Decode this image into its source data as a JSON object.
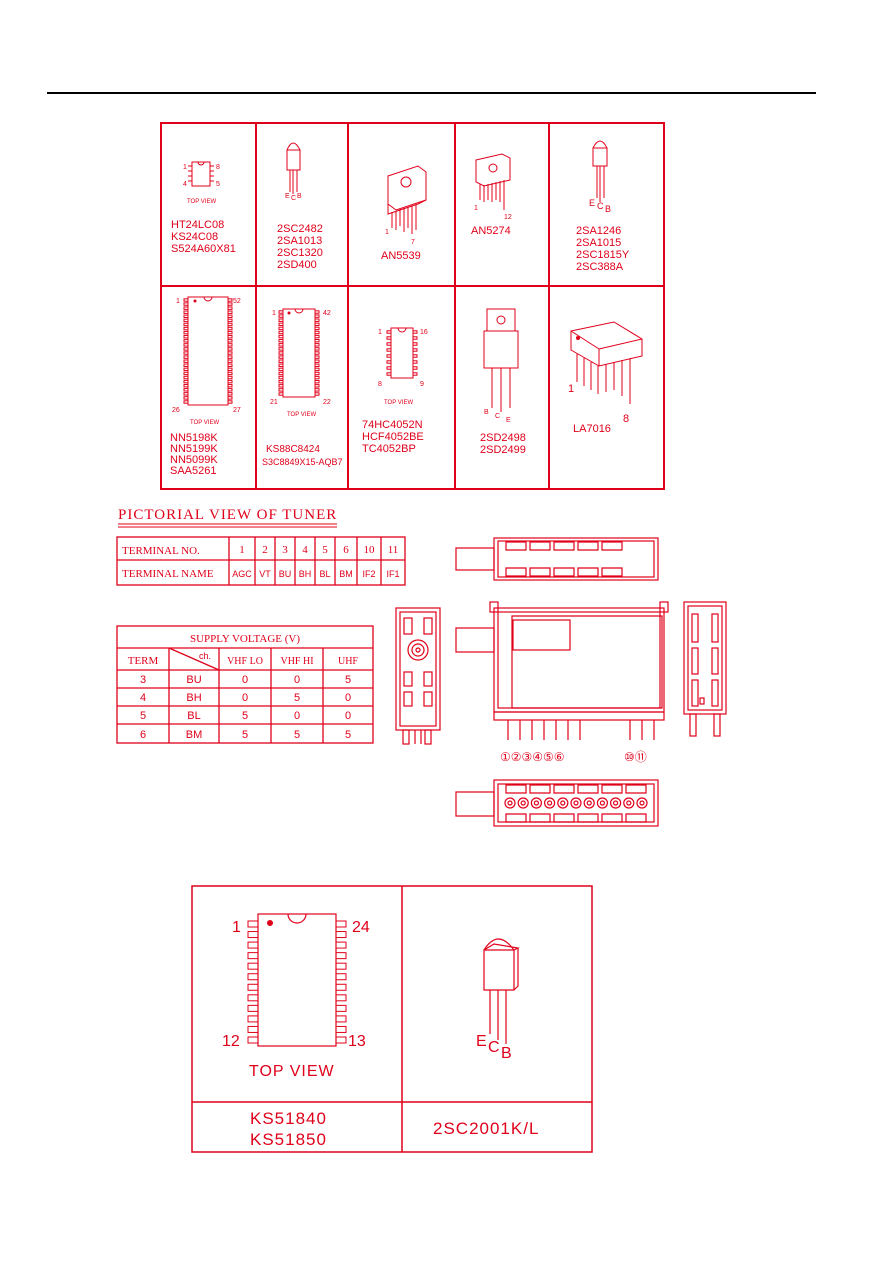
{
  "components_grid": [
    {
      "id": "c1",
      "pins": {
        "a": "1",
        "b": "8",
        "c": "4",
        "d": "5"
      },
      "view": "TOP VIEW",
      "parts": [
        "HT24LC08",
        "KS24C08",
        "S524A60X81"
      ]
    },
    {
      "id": "c2",
      "pins": {
        "e": "E",
        "c": "C",
        "b": "B"
      },
      "parts": [
        "2SC2482",
        "2SA1013",
        "2SC1320",
        "2SD400"
      ]
    },
    {
      "id": "c3",
      "pins": {
        "a": "1",
        "b": "7"
      },
      "parts": [
        "AN5539"
      ]
    },
    {
      "id": "c4",
      "pins": {
        "a": "1",
        "b": "12"
      },
      "parts": [
        "AN5274"
      ]
    },
    {
      "id": "c5",
      "pins": {
        "e": "E",
        "c": "C",
        "b": "B"
      },
      "parts": [
        "2SA1246",
        "2SA1015",
        "2SC1815Y",
        "2SC388A"
      ]
    },
    {
      "id": "c6",
      "pins": {
        "a": "1",
        "b": "52",
        "c": "26",
        "d": "27"
      },
      "view": "TOP VIEW",
      "parts": [
        "NN5198K",
        "NN5199K",
        "NN5099K",
        "SAA5261"
      ]
    },
    {
      "id": "c7",
      "pins": {
        "a": "1",
        "b": "42",
        "c": "21",
        "d": "22"
      },
      "view": "TOP VIEW",
      "parts": [
        "KS88C8424",
        "S3C8849X15-AQB7"
      ]
    },
    {
      "id": "c8",
      "pins": {
        "a": "1",
        "b": "16",
        "c": "8",
        "d": "9"
      },
      "view": "TOP VIEW",
      "parts": [
        "74HC4052N",
        "HCF4052BE",
        "TC4052BP"
      ]
    },
    {
      "id": "c9",
      "pins": {
        "b": "B",
        "c": "C",
        "e": "E"
      },
      "parts": [
        "2SD2498",
        "2SD2499"
      ]
    },
    {
      "id": "c10",
      "pins": {
        "a": "1",
        "b": "8"
      },
      "parts": [
        "LA7016"
      ]
    }
  ],
  "tuner": {
    "title": "PICTORIAL VIEW OF TUNER",
    "terminal_no_label": "TERMINAL NO.",
    "terminal_name_label": "TERMINAL NAME",
    "terminal_numbers": [
      "1",
      "2",
      "3",
      "4",
      "5",
      "6",
      "10",
      "11"
    ],
    "terminal_names": [
      "AGC",
      "VT",
      "BU",
      "BH",
      "BL",
      "BM",
      "IF2",
      "IF1"
    ],
    "pin_markers": "①②③④⑤⑥",
    "pin_markers_2": "⑩⑪"
  },
  "supply_voltage": {
    "title": "SUPPLY VOLTAGE (V)",
    "col_term": "TERM",
    "col_ch": "ch.",
    "cols": [
      "VHF LO",
      "VHF HI",
      "UHF"
    ],
    "rows": [
      {
        "term": "3",
        "ch": "BU",
        "v": [
          "0",
          "0",
          "5"
        ]
      },
      {
        "term": "4",
        "ch": "BH",
        "v": [
          "0",
          "5",
          "0"
        ]
      },
      {
        "term": "5",
        "ch": "BL",
        "v": [
          "5",
          "0",
          "0"
        ]
      },
      {
        "term": "6",
        "ch": "BM",
        "v": [
          "5",
          "5",
          "5"
        ]
      }
    ]
  },
  "bottom": {
    "ic_pins": {
      "a": "1",
      "b": "24",
      "c": "12",
      "d": "13"
    },
    "ic_view": "TOP VIEW",
    "ic_parts": [
      "KS51840",
      "KS51850"
    ],
    "tr_pins": {
      "e": "E",
      "c": "C",
      "b": "B"
    },
    "tr_part": "2SC2001K/L"
  }
}
